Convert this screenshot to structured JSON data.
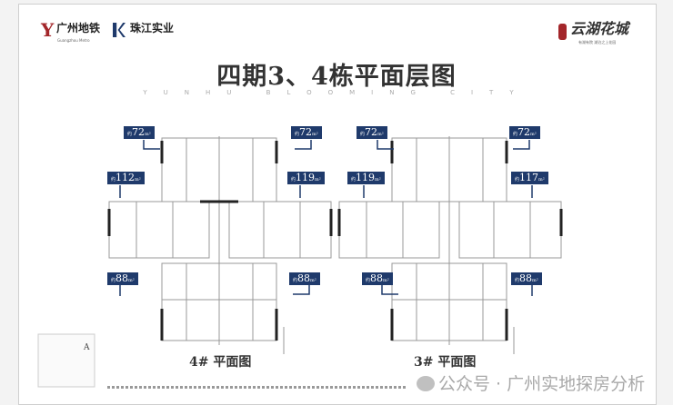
{
  "header": {
    "logo_left_1": "广州地铁",
    "logo_left_1_sub": "Guangzhou Metro",
    "logo_left_2": "珠江实业",
    "logo_right": "云湖花城",
    "logo_right_sub": "有湖有院 湖泊之上花园"
  },
  "title": "四期3、4栋平面层图",
  "subtitle": "YUNHU BLOOMING CITY",
  "building_4": {
    "caption": "4# 平面图",
    "units": [
      {
        "label": "约",
        "area": "72",
        "unit": "m²"
      },
      {
        "label": "约",
        "area": "72",
        "unit": "m²"
      },
      {
        "label": "约",
        "area": "112",
        "unit": "m²"
      },
      {
        "label": "约",
        "area": "119",
        "unit": "m²"
      },
      {
        "label": "约",
        "area": "88",
        "unit": "m²"
      },
      {
        "label": "约",
        "area": "88",
        "unit": "m²"
      }
    ]
  },
  "building_3": {
    "caption": "3# 平面图",
    "units": [
      {
        "label": "约",
        "area": "72",
        "unit": "m²"
      },
      {
        "label": "约",
        "area": "72",
        "unit": "m²"
      },
      {
        "label": "约",
        "area": "119",
        "unit": "m²"
      },
      {
        "label": "约",
        "area": "117",
        "unit": "m²"
      },
      {
        "label": "约",
        "area": "88",
        "unit": "m²"
      },
      {
        "label": "约",
        "area": "88",
        "unit": "m²"
      }
    ]
  },
  "watermark": "公众号 · 广州实地探房分析",
  "colors": {
    "tag": "#1f3a6b",
    "logo_red": "#a3262a",
    "logo_blue": "#1f3a6b"
  }
}
